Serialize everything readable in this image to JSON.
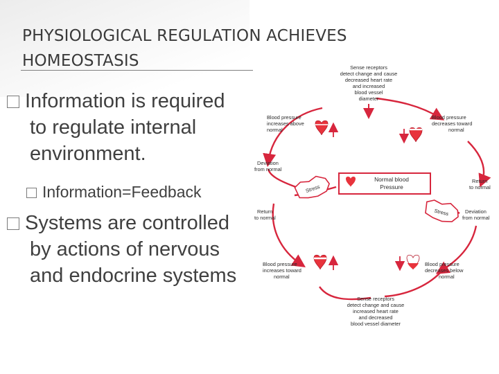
{
  "slide": {
    "title_line1": "PHYSIOLOGICAL REGULATION ACHIEVES",
    "title_line2": "HOMEOSTASIS"
  },
  "bullets": [
    {
      "lines": [
        "Information is required",
        "to regulate internal",
        "environment."
      ]
    },
    {
      "sub": "Information=Feedback"
    },
    {
      "lines": [
        "Systems are controlled",
        "by actions of nervous",
        "and endocrine systems"
      ]
    }
  ],
  "diagram": {
    "top_receptors": [
      "Sense receptors",
      "detect change and cause",
      "decreased heart rate",
      "and increased",
      "blood vessel",
      "diameter"
    ],
    "bp_increases_above": [
      "Blood pressure",
      "increases above",
      "normal"
    ],
    "bp_decreases_toward": [
      "Blood pressure",
      "decreases toward",
      "normal"
    ],
    "deviation_left": [
      "Deviation",
      "from normal"
    ],
    "return_right": [
      "Return",
      "to normal"
    ],
    "stress_left": "Stress",
    "normal_box": [
      "Normal blood",
      "Pressure"
    ],
    "return_left": [
      "Return",
      "to normal"
    ],
    "stress_right": "Stress",
    "deviation_right": [
      "Deviation",
      "from normal"
    ],
    "bp_increases_toward": [
      "Blood pressure",
      "increases toward",
      "normal"
    ],
    "bp_decreases_below": [
      "Blood pressure",
      "decreases below",
      "normal"
    ],
    "bottom_receptors": [
      "Sense receptors",
      "detect change and cause",
      "increased heart rate",
      "and decreased",
      "blood vessel diameter"
    ],
    "colors": {
      "arrow": "#d7263d",
      "heart": "#e8333c",
      "stress_fill": "#ffffff"
    }
  }
}
